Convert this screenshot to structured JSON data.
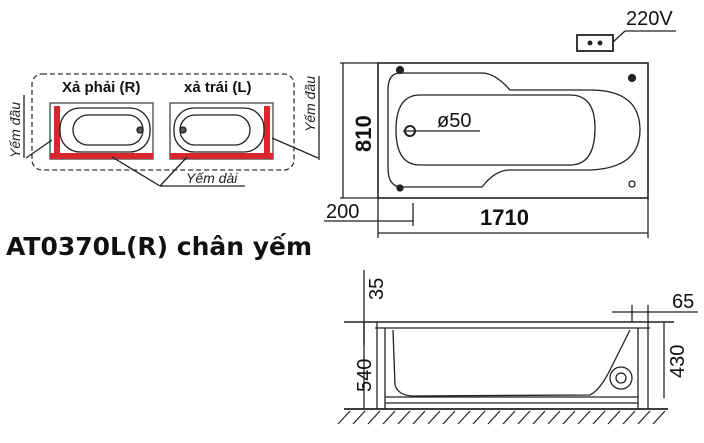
{
  "title": "AT0370L(R) chân yếm",
  "apron_diagram": {
    "right_drain_label": "Xả phải (R)",
    "left_drain_label": "xả trái (L)",
    "end_apron_label_left": "Yếm đầu",
    "end_apron_label_right": "Yếm đầu",
    "long_apron_label": "Yếm dài",
    "apron_color": "#d7262c"
  },
  "top_view": {
    "power_label": "220V",
    "drain_diameter": "ø50",
    "width_dim": "810",
    "length_dim": "1710",
    "offset_dim": "200"
  },
  "side_view": {
    "rim_dim": "35",
    "total_height_dim": "540",
    "inner_height_dim": "430",
    "edge_dim": "65"
  }
}
